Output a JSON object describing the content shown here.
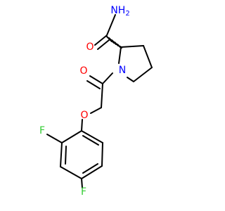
{
  "structure": {
    "atoms": {
      "amide_n": {
        "text": "NH",
        "subscript": "2",
        "color": "#0000ff"
      },
      "amide_o": {
        "text": "O",
        "color": "#ff0000"
      },
      "ring_n": {
        "text": "N",
        "color": "#0000ff"
      },
      "acyl_o": {
        "text": "O",
        "color": "#ff0000"
      },
      "ether_o": {
        "text": "O",
        "color": "#ff0000"
      },
      "fluoro_1": {
        "text": "F",
        "color": "#33cc33"
      },
      "fluoro_2": {
        "text": "F",
        "color": "#33cc33"
      }
    },
    "stereo_wedge": "hashed"
  }
}
